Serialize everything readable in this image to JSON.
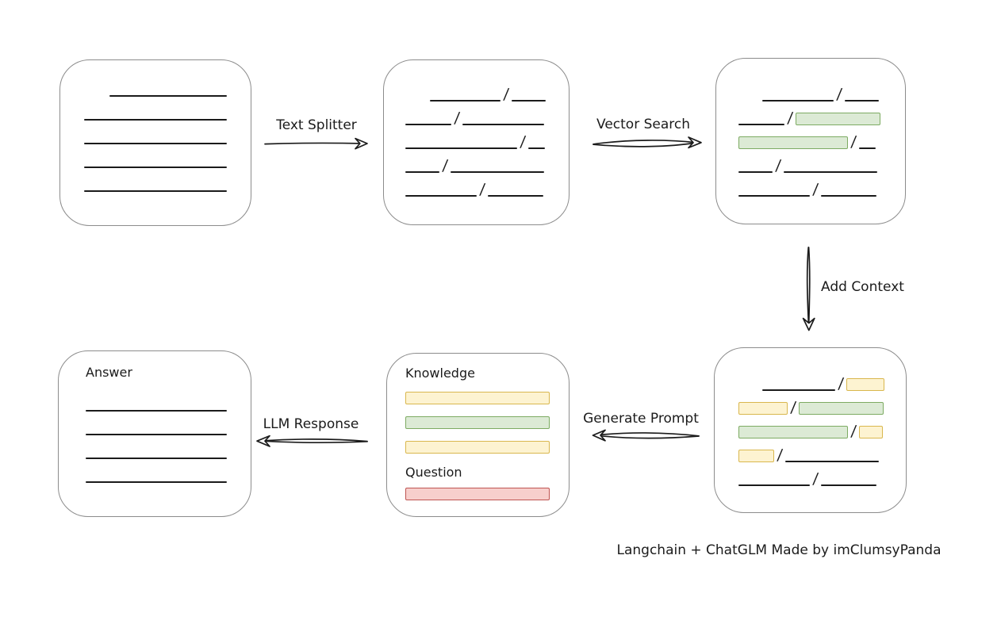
{
  "caption": "Langchain + ChatGLM Made by imClumsyPanda",
  "arrows": {
    "text_splitter": "Text Splitter",
    "vector_search": "Vector Search",
    "add_context": "Add Context",
    "generate_prompt": "Generate Prompt",
    "llm_response": "LLM Response"
  },
  "colors": {
    "stroke": "#1b1b1b",
    "box_border": "#8c8c8c",
    "green_fill": "#dcead5",
    "green_border": "#7dab62",
    "yellow_fill": "#fdf3d1",
    "yellow_border": "#d9b74e",
    "red_fill": "#f7cfcc",
    "red_border": "#bf5552"
  },
  "boxes": {
    "document": {
      "rows": [
        [
          {
            "t": "gap",
            "w": 32
          },
          {
            "t": "line",
            "w": 148
          }
        ],
        [
          {
            "t": "line",
            "w": 180
          }
        ],
        [
          {
            "t": "line",
            "w": 180
          }
        ],
        [
          {
            "t": "line",
            "w": 180
          }
        ],
        [
          {
            "t": "line",
            "w": 180
          }
        ]
      ]
    },
    "chunks": {
      "rows": [
        [
          {
            "t": "gap",
            "w": 31
          },
          {
            "t": "line",
            "w": 89
          },
          {
            "t": "slash"
          },
          {
            "t": "line",
            "w": 43
          }
        ],
        [
          {
            "t": "line",
            "w": 58
          },
          {
            "t": "slash"
          },
          {
            "t": "line",
            "w": 103
          }
        ],
        [
          {
            "t": "line",
            "w": 141
          },
          {
            "t": "slash"
          },
          {
            "t": "line",
            "w": 21
          }
        ],
        [
          {
            "t": "line",
            "w": 43
          },
          {
            "t": "slash"
          },
          {
            "t": "line",
            "w": 118
          }
        ],
        [
          {
            "t": "line",
            "w": 90
          },
          {
            "t": "slash"
          },
          {
            "t": "line",
            "w": 70
          }
        ]
      ]
    },
    "matched": {
      "rows": [
        [
          {
            "t": "gap",
            "w": 30
          },
          {
            "t": "line",
            "w": 90
          },
          {
            "t": "slash"
          },
          {
            "t": "line",
            "w": 43
          }
        ],
        [
          {
            "t": "line",
            "w": 58
          },
          {
            "t": "slash"
          },
          {
            "t": "green",
            "w": 107
          }
        ],
        [
          {
            "t": "green",
            "w": 138
          },
          {
            "t": "slash"
          },
          {
            "t": "line",
            "w": 21
          }
        ],
        [
          {
            "t": "line",
            "w": 43
          },
          {
            "t": "slash"
          },
          {
            "t": "line",
            "w": 118
          }
        ],
        [
          {
            "t": "line",
            "w": 90
          },
          {
            "t": "slash"
          },
          {
            "t": "line",
            "w": 70
          }
        ]
      ]
    },
    "context": {
      "rows": [
        [
          {
            "t": "gap",
            "w": 30
          },
          {
            "t": "line",
            "w": 92
          },
          {
            "t": "slash"
          },
          {
            "t": "yellow",
            "w": 48
          }
        ],
        [
          {
            "t": "yellow",
            "w": 62
          },
          {
            "t": "slash"
          },
          {
            "t": "green",
            "w": 107
          }
        ],
        [
          {
            "t": "green",
            "w": 138
          },
          {
            "t": "slash"
          },
          {
            "t": "yellow",
            "w": 30
          }
        ],
        [
          {
            "t": "yellow",
            "w": 45
          },
          {
            "t": "slash"
          },
          {
            "t": "line",
            "w": 118
          }
        ],
        [
          {
            "t": "line",
            "w": 90
          },
          {
            "t": "slash"
          },
          {
            "t": "line",
            "w": 70
          }
        ]
      ]
    },
    "prompt": {
      "knowledge_label": "Knowledge",
      "question_label": "Question",
      "knowledge_bars": [
        "yellow",
        "green",
        "yellow"
      ],
      "question_bar": "red"
    },
    "answer": {
      "label": "Answer",
      "line_count": 4
    }
  }
}
